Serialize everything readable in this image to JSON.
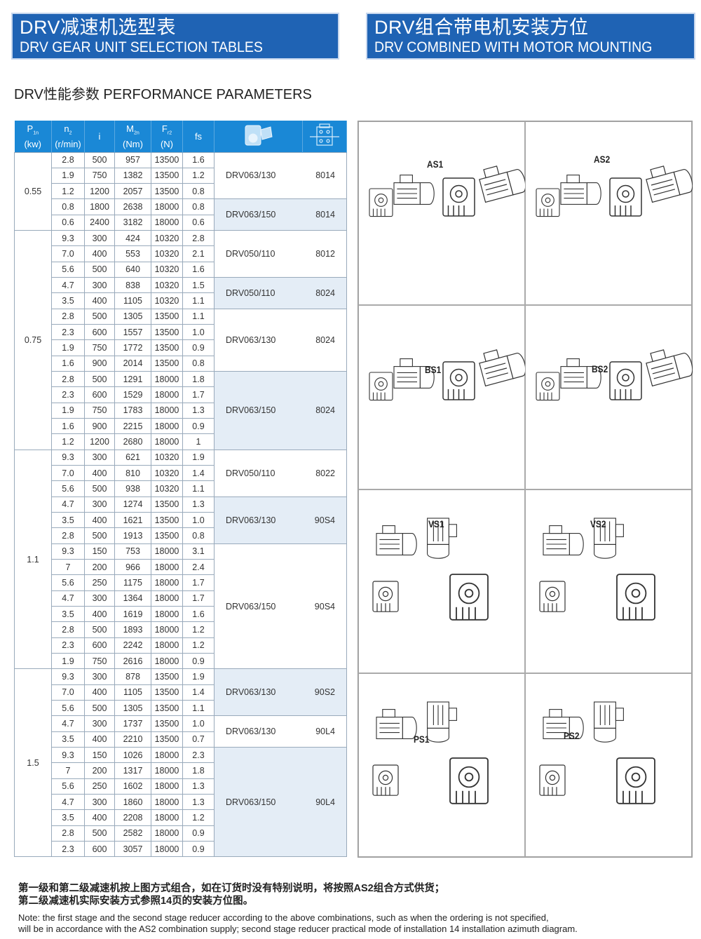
{
  "left_banner": {
    "cn": "DRV减速机选型表",
    "en": "DRV GEAR UNIT SELECTION TABLES"
  },
  "right_banner": {
    "cn": "DRV组合带电机安装方位",
    "en": "DRV COMBINED WITH MOTOR MOUNTING POSITION"
  },
  "section_title": "DRV性能参数 PERFORMANCE PARAMETERS",
  "table": {
    "headers": {
      "p": "P",
      "p_sub": "1n",
      "p_unit": "(kw)",
      "n": "n",
      "n_sub": "2",
      "n_unit": "(r/min)",
      "i": "i",
      "m": "M",
      "m_sub": "2n",
      "m_unit": "(Nm)",
      "f": "F",
      "f_sub": "r2",
      "f_unit": "(N)",
      "fs": "fs"
    },
    "header_icons": [
      "gear-reducer-icon",
      "motor-flange-icon"
    ],
    "power_groups": [
      {
        "power": "0.55",
        "models": [
          {
            "model": "DRV063/130",
            "code": "8014",
            "rows": [
              [
                "2.8",
                "500",
                "957",
                "13500",
                "1.6"
              ],
              [
                "1.9",
                "750",
                "1382",
                "13500",
                "1.2"
              ],
              [
                "1.2",
                "1200",
                "2057",
                "13500",
                "0.8"
              ]
            ]
          },
          {
            "model": "DRV063/150",
            "code": "8014",
            "rows": [
              [
                "0.8",
                "1800",
                "2638",
                "18000",
                "0.8"
              ],
              [
                "0.6",
                "2400",
                "3182",
                "18000",
                "0.6"
              ]
            ]
          }
        ]
      },
      {
        "power": "0.75",
        "models": [
          {
            "model": "DRV050/110",
            "code": "8012",
            "rows": [
              [
                "9.3",
                "300",
                "424",
                "10320",
                "2.8"
              ],
              [
                "7.0",
                "400",
                "553",
                "10320",
                "2.1"
              ],
              [
                "5.6",
                "500",
                "640",
                "10320",
                "1.6"
              ]
            ]
          },
          {
            "model": "DRV050/110",
            "code": "8024",
            "rows": [
              [
                "4.7",
                "300",
                "838",
                "10320",
                "1.5"
              ],
              [
                "3.5",
                "400",
                "1105",
                "10320",
                "1.1"
              ]
            ]
          },
          {
            "model": "DRV063/130",
            "code": "8024",
            "rows": [
              [
                "2.8",
                "500",
                "1305",
                "13500",
                "1.1"
              ],
              [
                "2.3",
                "600",
                "1557",
                "13500",
                "1.0"
              ],
              [
                "1.9",
                "750",
                "1772",
                "13500",
                "0.9"
              ],
              [
                "1.6",
                "900",
                "2014",
                "13500",
                "0.8"
              ]
            ]
          },
          {
            "model": "DRV063/150",
            "code": "8024",
            "rows": [
              [
                "2.8",
                "500",
                "1291",
                "18000",
                "1.8"
              ],
              [
                "2.3",
                "600",
                "1529",
                "18000",
                "1.7"
              ],
              [
                "1.9",
                "750",
                "1783",
                "18000",
                "1.3"
              ],
              [
                "1.6",
                "900",
                "2215",
                "18000",
                "0.9"
              ],
              [
                "1.2",
                "1200",
                "2680",
                "18000",
                "1"
              ]
            ]
          }
        ]
      },
      {
        "power": "1.1",
        "models": [
          {
            "model": "DRV050/110",
            "code": "8022",
            "rows": [
              [
                "9.3",
                "300",
                "621",
                "10320",
                "1.9"
              ],
              [
                "7.0",
                "400",
                "810",
                "10320",
                "1.4"
              ],
              [
                "5.6",
                "500",
                "938",
                "10320",
                "1.1"
              ]
            ]
          },
          {
            "model": "DRV063/130",
            "code": "90S4",
            "rows": [
              [
                "4.7",
                "300",
                "1274",
                "13500",
                "1.3"
              ],
              [
                "3.5",
                "400",
                "1621",
                "13500",
                "1.0"
              ],
              [
                "2.8",
                "500",
                "1913",
                "13500",
                "0.8"
              ]
            ]
          },
          {
            "model": "DRV063/150",
            "code": "90S4",
            "rows": [
              [
                "9.3",
                "150",
                "753",
                "18000",
                "3.1"
              ],
              [
                "7",
                "200",
                "966",
                "18000",
                "2.4"
              ],
              [
                "5.6",
                "250",
                "1175",
                "18000",
                "1.7"
              ],
              [
                "4.7",
                "300",
                "1364",
                "18000",
                "1.7"
              ],
              [
                "3.5",
                "400",
                "1619",
                "18000",
                "1.6"
              ],
              [
                "2.8",
                "500",
                "1893",
                "18000",
                "1.2"
              ],
              [
                "2.3",
                "600",
                "2242",
                "18000",
                "1.2"
              ],
              [
                "1.9",
                "750",
                "2616",
                "18000",
                "0.9"
              ]
            ]
          }
        ]
      },
      {
        "power": "1.5",
        "models": [
          {
            "model": "DRV063/130",
            "code": "90S2",
            "rows": [
              [
                "9.3",
                "300",
                "878",
                "13500",
                "1.9"
              ],
              [
                "7.0",
                "400",
                "1105",
                "13500",
                "1.4"
              ],
              [
                "5.6",
                "500",
                "1305",
                "13500",
                "1.1"
              ]
            ]
          },
          {
            "model": "DRV063/130",
            "code": "90L4",
            "rows": [
              [
                "4.7",
                "300",
                "1737",
                "13500",
                "1.0"
              ],
              [
                "3.5",
                "400",
                "2210",
                "13500",
                "0.7"
              ]
            ]
          },
          {
            "model": "DRV063/150",
            "code": "90L4",
            "rows": [
              [
                "9.3",
                "150",
                "1026",
                "18000",
                "2.3"
              ],
              [
                "7",
                "200",
                "1317",
                "18000",
                "1.8"
              ],
              [
                "5.6",
                "250",
                "1602",
                "18000",
                "1.3"
              ],
              [
                "4.7",
                "300",
                "1860",
                "18000",
                "1.3"
              ],
              [
                "3.5",
                "400",
                "2208",
                "18000",
                "1.2"
              ],
              [
                "2.8",
                "500",
                "2582",
                "18000",
                "0.9"
              ],
              [
                "2.3",
                "600",
                "3057",
                "18000",
                "0.9"
              ]
            ]
          }
        ]
      }
    ]
  },
  "mounting_positions": [
    "AS1",
    "AS2",
    "BS1",
    "BS2",
    "VS1",
    "VS2",
    "PS1",
    "PS2"
  ],
  "note_cn": [
    "第一级和第二级减速机按上图方式组合，如在订货时没有特别说明，将按照AS2组合方式供货；",
    "第二级减速机实际安装方式参照14页的安装方位图。"
  ],
  "note_en": [
    "Note: the first stage and the second stage reducer according to the above combinations, such as when the ordering is not specified,",
    "will be in accordance with the AS2 combination supply; second stage reducer practical mode of installation 14 installation azimuth diagram."
  ],
  "colors": {
    "banner": "#1f63b4",
    "table_header": "#1a88d6",
    "row_alt": "#e4edf6"
  }
}
